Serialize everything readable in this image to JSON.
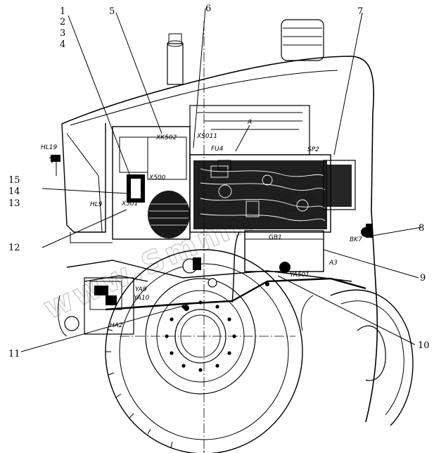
{
  "callouts": {
    "c1": "1",
    "c2": "2",
    "c3": "3",
    "c4": "4",
    "c5": "5",
    "c6": "6",
    "c7": "7",
    "c8": "8",
    "c9": "9",
    "c10": "10",
    "c11": "11",
    "c12": "12",
    "c13": "13",
    "c14": "14",
    "c15": "15"
  },
  "component_tags": {
    "hl19": "HL19",
    "hl9": "HL9",
    "x500": "X500",
    "x501": "X501",
    "xk502": "XK502",
    "xs011": "XS011",
    "fu4": "FU4",
    "a": "A",
    "sp2": "SP2",
    "gb1": "GB1",
    "bk7": "BK7",
    "a3": "A3",
    "ya501": "YA501",
    "ya9": "YA9",
    "ya10": "YA10",
    "ha2": "HA2"
  },
  "watermark": "www.Smmm.kz"
}
